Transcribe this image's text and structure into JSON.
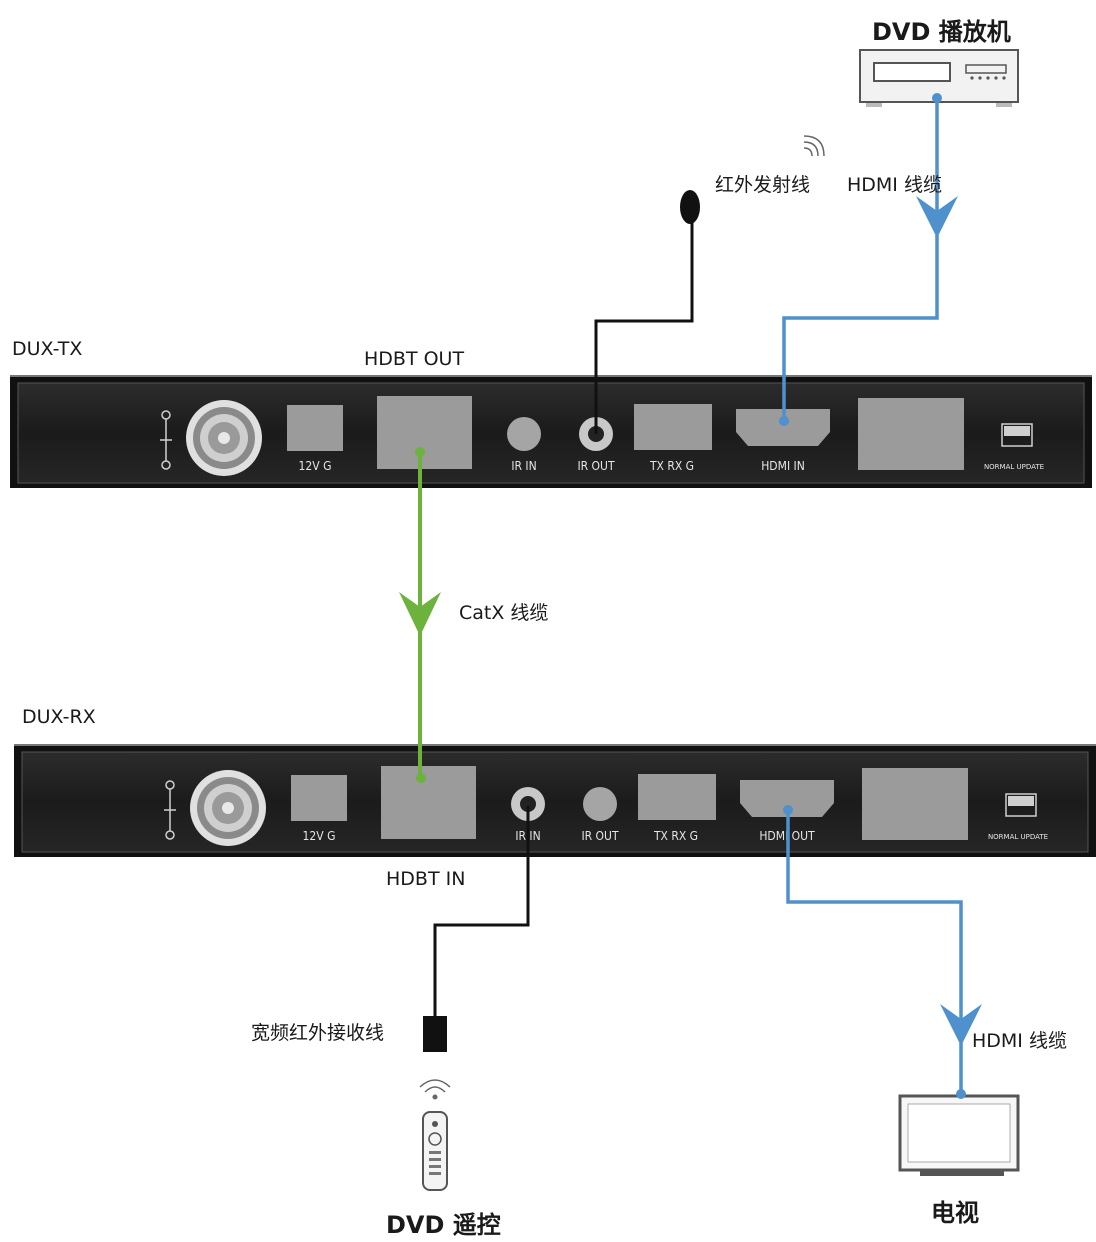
{
  "devices": {
    "tx": {
      "name": "DUX-TX",
      "ports": {
        "power": "12V  G",
        "ir_in": "IR  IN",
        "ir_out": "IR  OUT",
        "rs232": "TX RX  G",
        "hdmi": "HDMI  IN",
        "mode": "NORMAL  UPDATE"
      }
    },
    "rx": {
      "name": "DUX-RX",
      "ports": {
        "power": "12V  G",
        "ir_in": "IR  IN",
        "ir_out": "IR  OUT",
        "rs232": "TX RX  G",
        "hdmi": "HDMI  OUT",
        "mode": "NORMAL  UPDATE"
      }
    }
  },
  "labels": {
    "hdbt_out": "HDBT OUT",
    "hdbt_in": "HDBT IN",
    "dvd_player": "DVD 播放机",
    "ir_emitter": "红外发射线",
    "hdmi_cable_top": "HDMI 线缆",
    "catx_cable": "CatX 线缆",
    "ir_receiver": "宽频红外接收线",
    "hdmi_cable_bottom": "HDMI 线缆",
    "dvd_remote": "DVD 遥控",
    "tv": "电视"
  },
  "colors": {
    "hdmi_cable": "#4e91cc",
    "catx_cable": "#6cb23c",
    "ir_cable": "#111111",
    "device_body": "#1e1e1e"
  }
}
